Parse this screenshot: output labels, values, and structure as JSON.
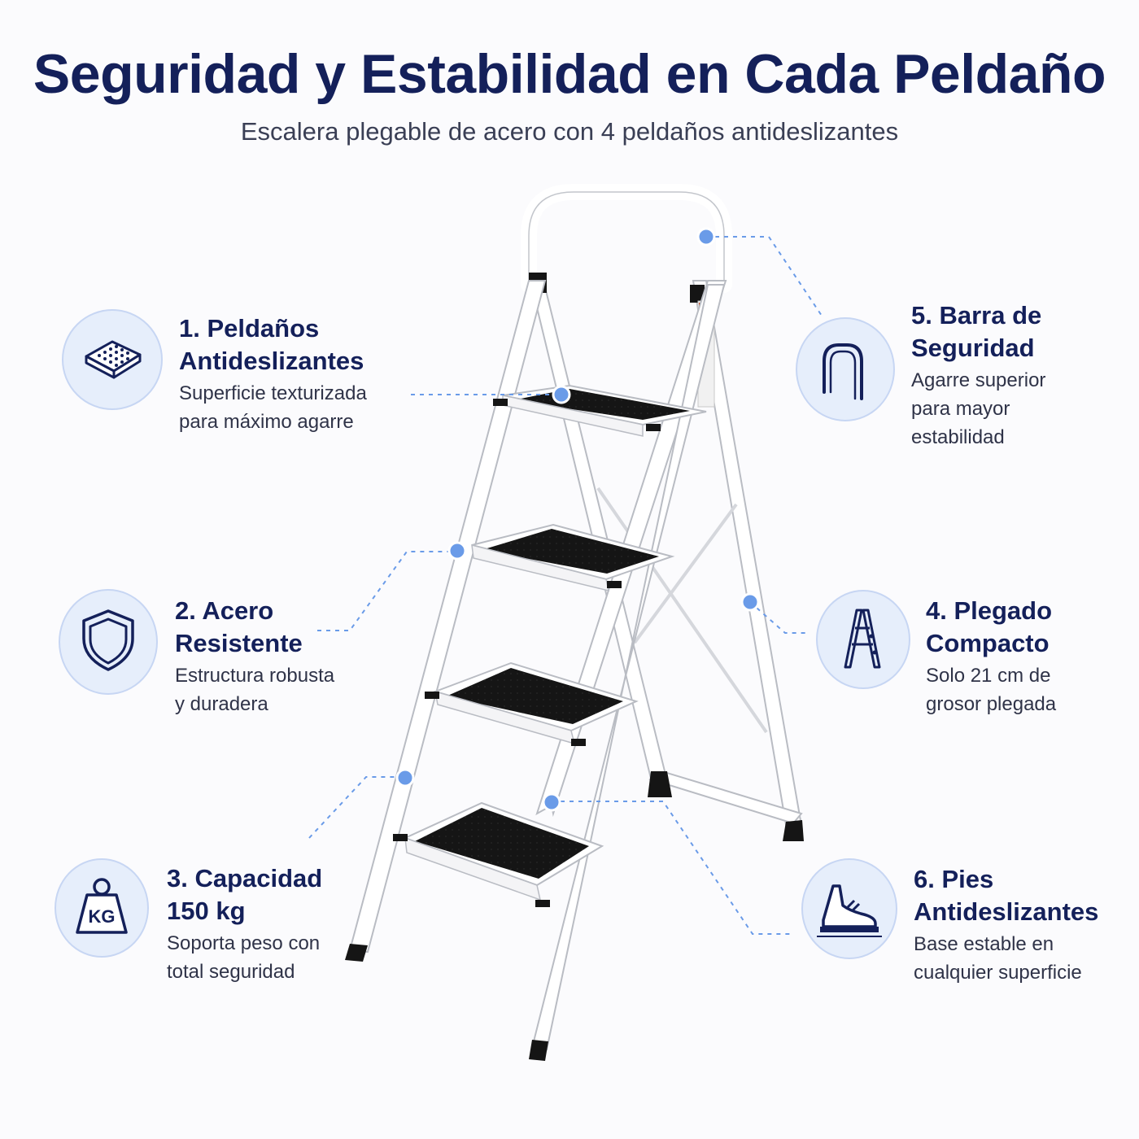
{
  "header": {
    "title": "Seguridad y Estabilidad en Cada Peldaño",
    "subtitle": "Escalera plegable de acero con 4 peldaños antideslizantes"
  },
  "colors": {
    "navy": "#14205a",
    "accent_blue": "#6a9be8",
    "icon_bg": "#e6eefb",
    "step_black": "#151515",
    "frame_white": "#ffffff"
  },
  "features": [
    {
      "number": "1",
      "title": "1. Peldaños\nAntideslizantes",
      "description": "Superficie texturizada\npara máximo agarre",
      "icon": "textured-step-icon"
    },
    {
      "number": "2",
      "title": "2. Acero\nResistente",
      "description": "Estructura robusta\ny duradera",
      "icon": "shield-icon"
    },
    {
      "number": "3",
      "title": "3. Capacidad\n150 kg",
      "description": "Soporta peso con\ntotal seguridad",
      "icon_text": "KG",
      "icon": "weight-kg-icon"
    },
    {
      "number": "4",
      "title": "4. Plegado\nCompacto",
      "description": "Solo 21 cm de\ngrosor plegada",
      "icon": "folded-ladder-icon"
    },
    {
      "number": "5",
      "title": "5. Barra de\nSeguridad",
      "description": "Agarre superior\npara mayor\nestabilidad",
      "icon": "handrail-icon"
    },
    {
      "number": "6",
      "title": "6. Pies\nAntideslizantes",
      "description": "Base estable en\ncualquier superficie",
      "icon": "shoe-icon"
    }
  ]
}
